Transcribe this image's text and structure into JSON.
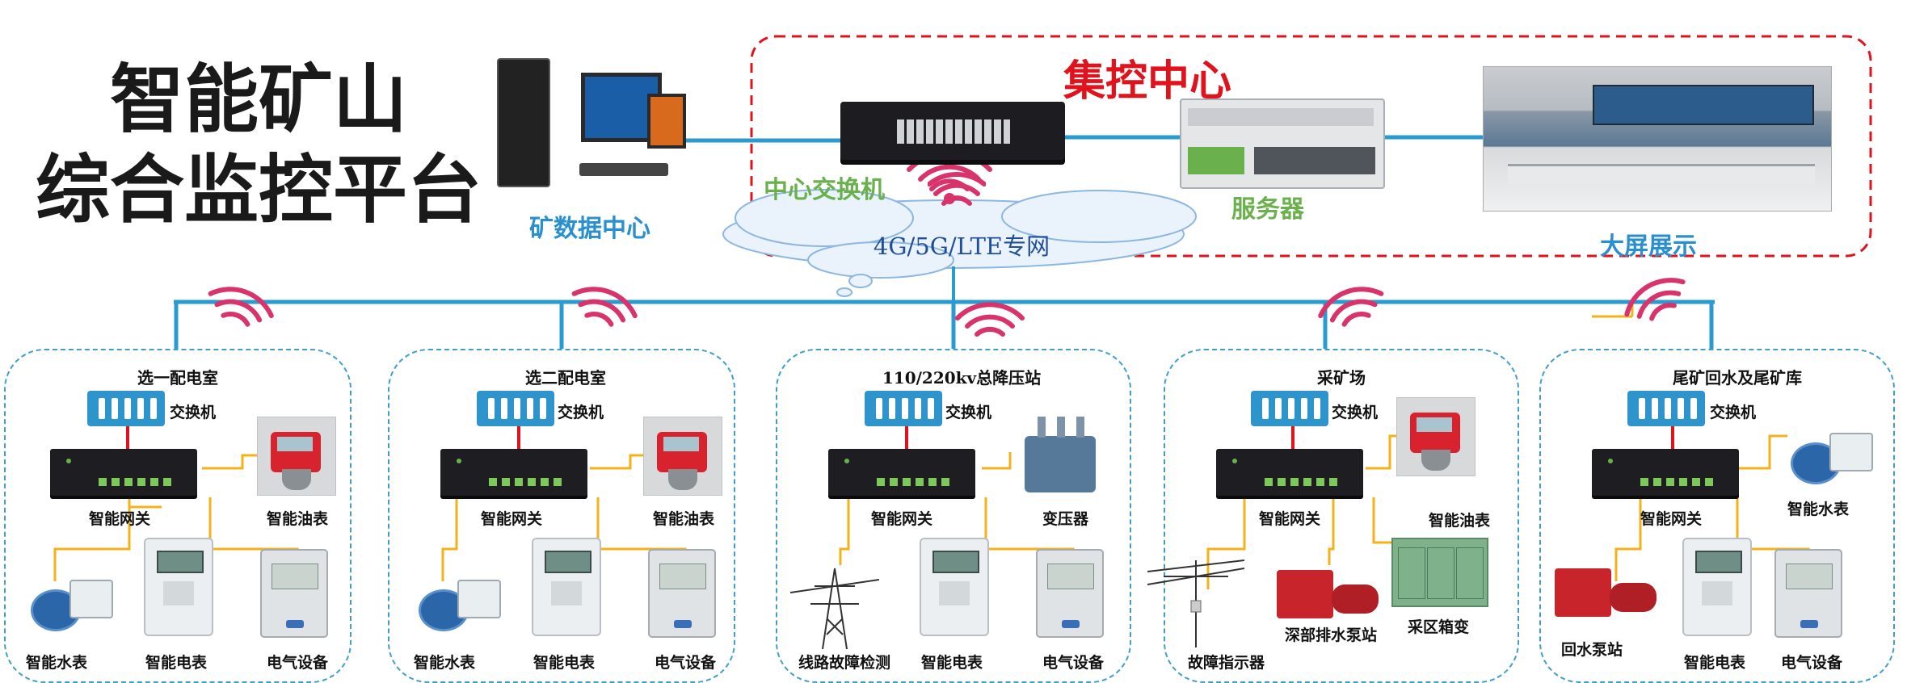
{
  "title": {
    "line1": "智能矿山",
    "line2": "综合监控平台"
  },
  "top": {
    "data_center_label": "矿数据中心",
    "control_center_title": "集控中心",
    "core_switch_label": "中心交换机",
    "server_label": "服务器",
    "big_screen_label": "大屏展示",
    "network_label": "4G/5G/LTE专网"
  },
  "zones": [
    {
      "name": "选一配电室",
      "switch_label": "交换机",
      "gateway_label": "智能网关",
      "devices": [
        "智能油表",
        "智能水表",
        "智能电表",
        "电气设备"
      ]
    },
    {
      "name": "选二配电室",
      "switch_label": "交换机",
      "gateway_label": "智能网关",
      "devices": [
        "智能油表",
        "智能水表",
        "智能电表",
        "电气设备"
      ]
    },
    {
      "name": "110/220kv总降压站",
      "switch_label": "交换机",
      "gateway_label": "智能网关",
      "devices": [
        "变压器",
        "线路故障检测",
        "智能电表",
        "电气设备"
      ]
    },
    {
      "name": "采矿场",
      "switch_label": "交换机",
      "gateway_label": "智能网关",
      "devices": [
        "智能油表",
        "故障指示器",
        "深部排水泵站",
        "采区箱变"
      ]
    },
    {
      "name": "尾矿回水及尾矿库",
      "switch_label": "交换机",
      "gateway_label": "智能网关",
      "devices": [
        "智能水表",
        "回水泵站",
        "智能电表",
        "电气设备"
      ]
    }
  ],
  "colors": {
    "accent_blue": "#2a8fcf",
    "red": "#e0121c",
    "green": "#6ab04c",
    "wire": "#f2b21b",
    "wifi": "#d8336a"
  }
}
